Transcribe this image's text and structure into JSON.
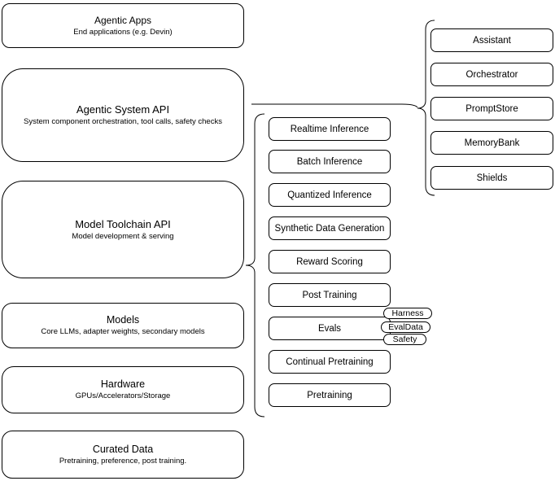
{
  "left_column": [
    {
      "title": "Agentic Apps",
      "subtitle": "End applications (e.g. Devin)"
    },
    {
      "title": "Agentic System API",
      "subtitle": "System component orchestration, tool calls, safety checks"
    },
    {
      "title": "Model Toolchain API",
      "subtitle": "Model development & serving"
    },
    {
      "title": "Models",
      "subtitle": "Core LLMs, adapter weights, secondary models"
    },
    {
      "title": "Hardware",
      "subtitle": "GPUs/Accelerators/Storage"
    },
    {
      "title": "Curated Data",
      "subtitle": "Pretraining, preference, post training."
    }
  ],
  "toolchain": {
    "items": [
      "Realtime Inference",
      "Batch Inference",
      "Quantized Inference",
      "Synthetic Data Generation",
      "Reward Scoring",
      "Post Training",
      "Evals",
      "Continual Pretraining",
      "Pretraining"
    ],
    "evals_tags": [
      "Harness",
      "EvalData",
      "Safety"
    ]
  },
  "system_components": [
    "Assistant",
    "Orchestrator",
    "PromptStore",
    "MemoryBank",
    "Shields"
  ],
  "colors": {
    "stroke": "#000000",
    "fill": "#ffffff",
    "text": "#000000"
  }
}
